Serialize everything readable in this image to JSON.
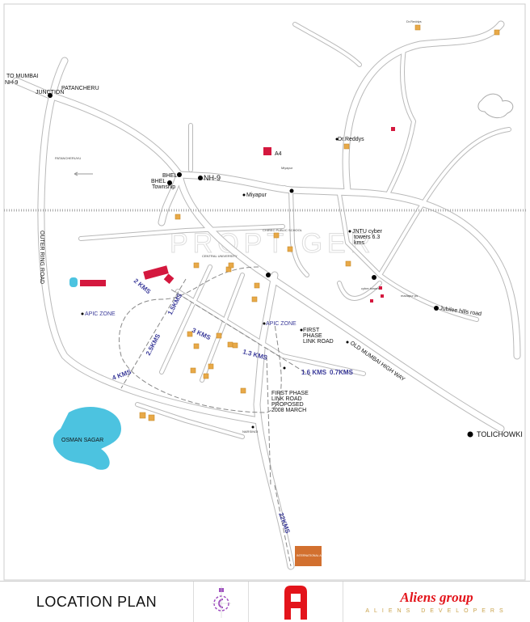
{
  "map": {
    "labels": {
      "to_mumbai": "TO MUMBAI",
      "nh9_west": "NH-9",
      "junction": "JUNCTION",
      "patancheru": "PATANCHERU",
      "patancheruvu": "PATANCHERUVU",
      "bhel": "BHEL",
      "bhel_township_1": "BHEL",
      "bhel_township_2": "Township",
      "nh9": "NH-9",
      "miyapur": "Miyapur",
      "miyapur_small": "Miyapur",
      "a4": "A4",
      "dr_reddys_top": "Dr.Reddys",
      "dr_reddys": "Dr.Reddys",
      "outer_ring_road": "OUTER RING ROAD",
      "chirec": "CHIREC PUBLIC SCHOOL",
      "central_university": "CENTRAL UNIVERSITY",
      "jntu_1": "JNTU cyber",
      "jntu_2": "towers 6.3",
      "jntu_3": "kms",
      "cyber_towers": "cyber towers",
      "madhapur": "madapur ps",
      "jubilee_hills": "Jubilee hills road",
      "apic_zone_west": "APIC ZONE",
      "apic_zone_east": "APIC ZONE",
      "first_phase_1": "FIRST",
      "first_phase_2": "PHASE",
      "first_phase_3": "LINK ROAD",
      "proposed_1": "FIRST PHASE",
      "proposed_2": "LINK ROAD",
      "proposed_3": "PROPOSED",
      "proposed_4": "2008 MARCH",
      "old_mumbai_highway": "OLD MUMBAI HIGH WAY",
      "tolichowki": "TOLICHOWKI",
      "osman_sagar": "OSMAN SAGAR",
      "narsingi": "NARSINGI",
      "airport": "INTERNATIONAL AIRPORT",
      "watermark": "PROPTIGER"
    },
    "distances": {
      "d1": "2 KMS",
      "d2": "1.5KMS",
      "d3": "2.5KMS",
      "d4": "4 KMS",
      "d5": "3 KMS",
      "d6": "1.3 KMS",
      "d7": "1.6 KMS",
      "d8": "0.7KMS",
      "d9": "22KMS"
    },
    "colors": {
      "project_red": "#d4183e",
      "landmark_orange": "#e8a948",
      "lake_blue": "#4cc3e0",
      "distance_blue": "#3b3b9a"
    }
  },
  "footer": {
    "title": "LOCATION PLAN",
    "compass_icon": "compass-icon",
    "logo_letter": "A",
    "brand_name": "Aliens group",
    "brand_sub": "ALIENS DEVELOPERS"
  }
}
